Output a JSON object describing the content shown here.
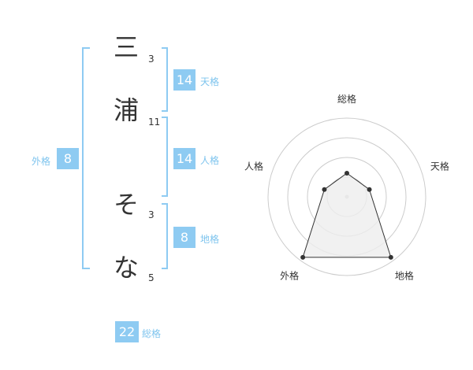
{
  "name": {
    "chars": [
      {
        "char": "三",
        "strokes": "3"
      },
      {
        "char": "浦",
        "strokes": "11"
      },
      {
        "char": "そ",
        "strokes": "3"
      },
      {
        "char": "な",
        "strokes": "5"
      }
    ]
  },
  "kaku": {
    "tenkaku": {
      "value": "14",
      "label": "天格"
    },
    "jinkaku": {
      "value": "14",
      "label": "人格"
    },
    "chikaku": {
      "value": "8",
      "label": "地格"
    },
    "gaikaku": {
      "value": "8",
      "label": "外格"
    },
    "soukaku": {
      "value": "22",
      "label": "総格"
    }
  },
  "colors": {
    "accent": "#8ecbf2",
    "accent_text": "#7ec4ee",
    "text": "#333333",
    "grid": "#cccccc",
    "fill": "#eeeeee",
    "line": "#333333"
  },
  "chart_data": {
    "type": "radar",
    "axes": [
      "総格",
      "天格",
      "地格",
      "外格",
      "人格"
    ],
    "values": [
      0.3,
      0.3,
      0.95,
      0.95,
      0.3
    ],
    "max": 1,
    "rings": 4
  }
}
